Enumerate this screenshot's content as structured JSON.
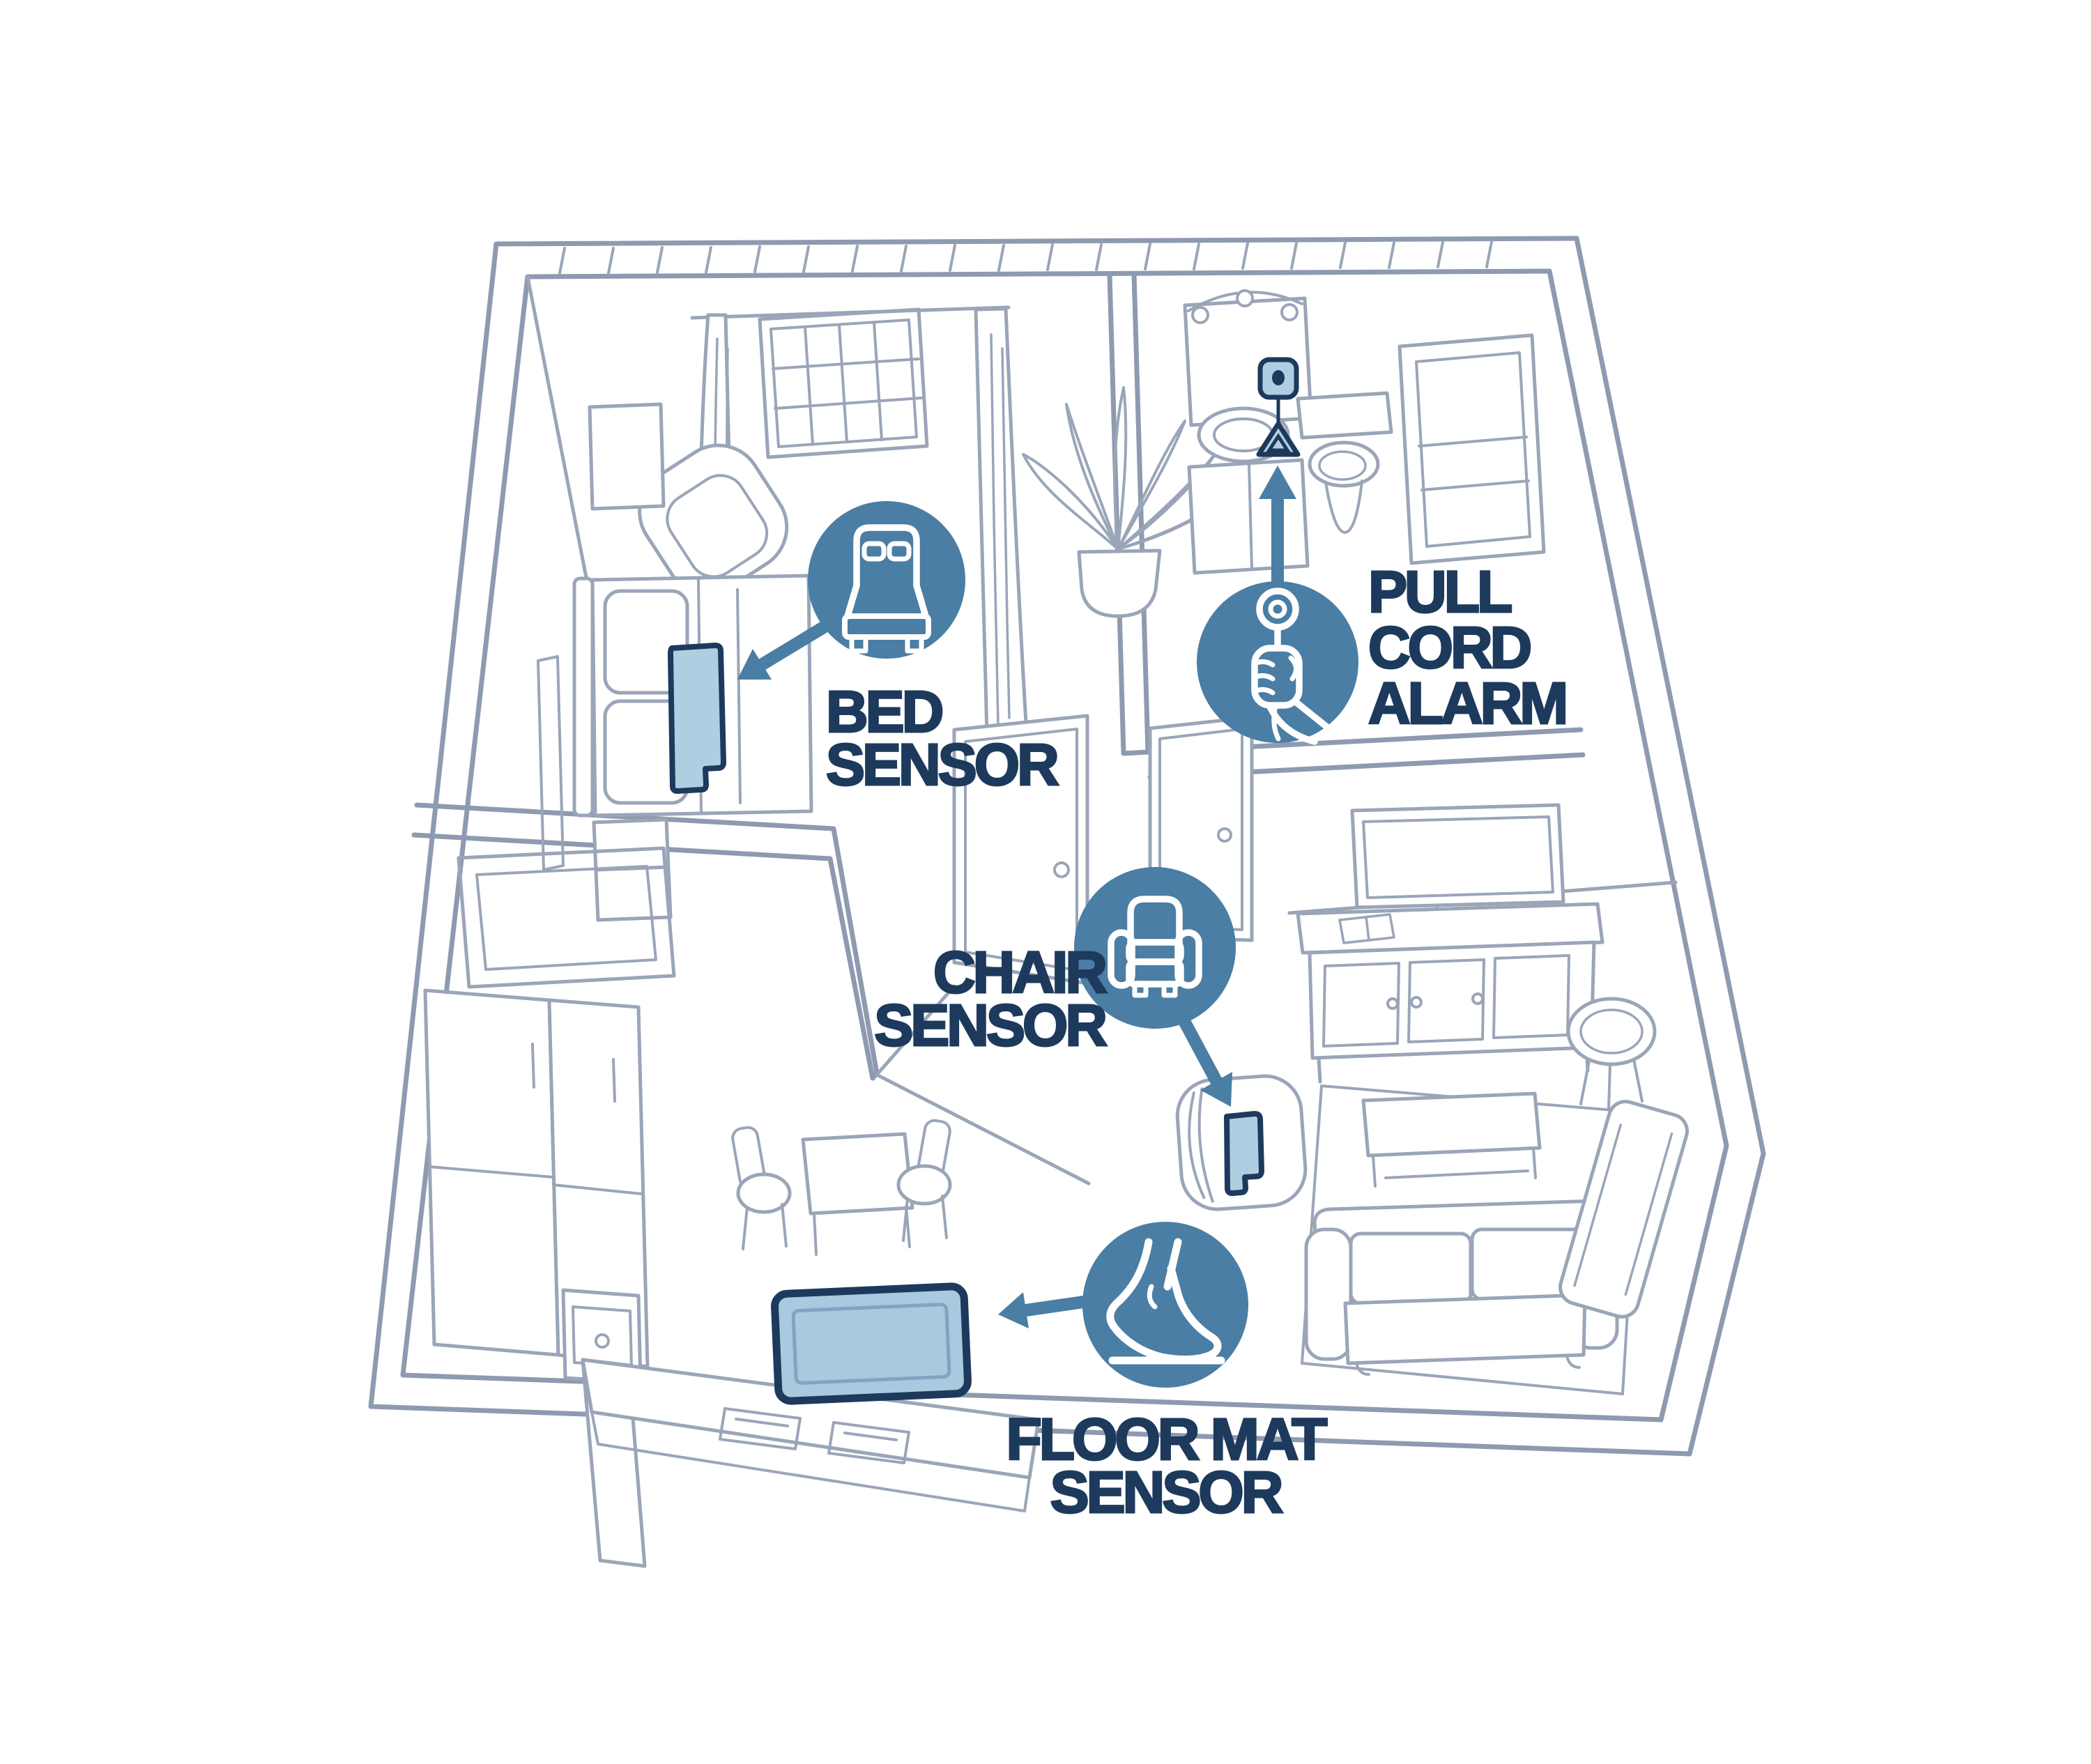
{
  "diagram": {
    "type": "annotated-floorplan-illustration",
    "colors": {
      "background": "#FFFFFF",
      "accent-blue": "#4A7EA4",
      "navy": "#1D3A5C",
      "pad-fill": "#AFCEE2",
      "mat-fill": "#A9C9DE",
      "mat-inner-line": "#7FA5C2",
      "line-art": "#9AA5B8",
      "line-art-dark": "#8E9AAF",
      "icon-stroke": "#FFFFFF"
    },
    "callouts": [
      {
        "id": "bed-sensor",
        "icon": "bed-icon",
        "lines": [
          "BED",
          "SENSOR"
        ]
      },
      {
        "id": "pull-cord-alarm",
        "icon": "hand-pulling-cord-icon",
        "lines": [
          "PULL",
          "CORD",
          "ALARM"
        ]
      },
      {
        "id": "chair-sensor",
        "icon": "armchair-icon",
        "lines": [
          "CHAIR",
          "SENSOR"
        ]
      },
      {
        "id": "floor-mat-sensor",
        "icon": "foot-on-mat-icon",
        "lines": [
          "FLOOR MAT",
          "SENSOR"
        ]
      }
    ],
    "floorplan": {
      "rooms": [
        "bedroom",
        "bathroom",
        "hallway",
        "living-room",
        "kitchen-dining"
      ],
      "devices": [
        "bed-sensor-pad",
        "pull-cord-unit",
        "chair-sensor-pad",
        "floor-mat"
      ]
    }
  }
}
